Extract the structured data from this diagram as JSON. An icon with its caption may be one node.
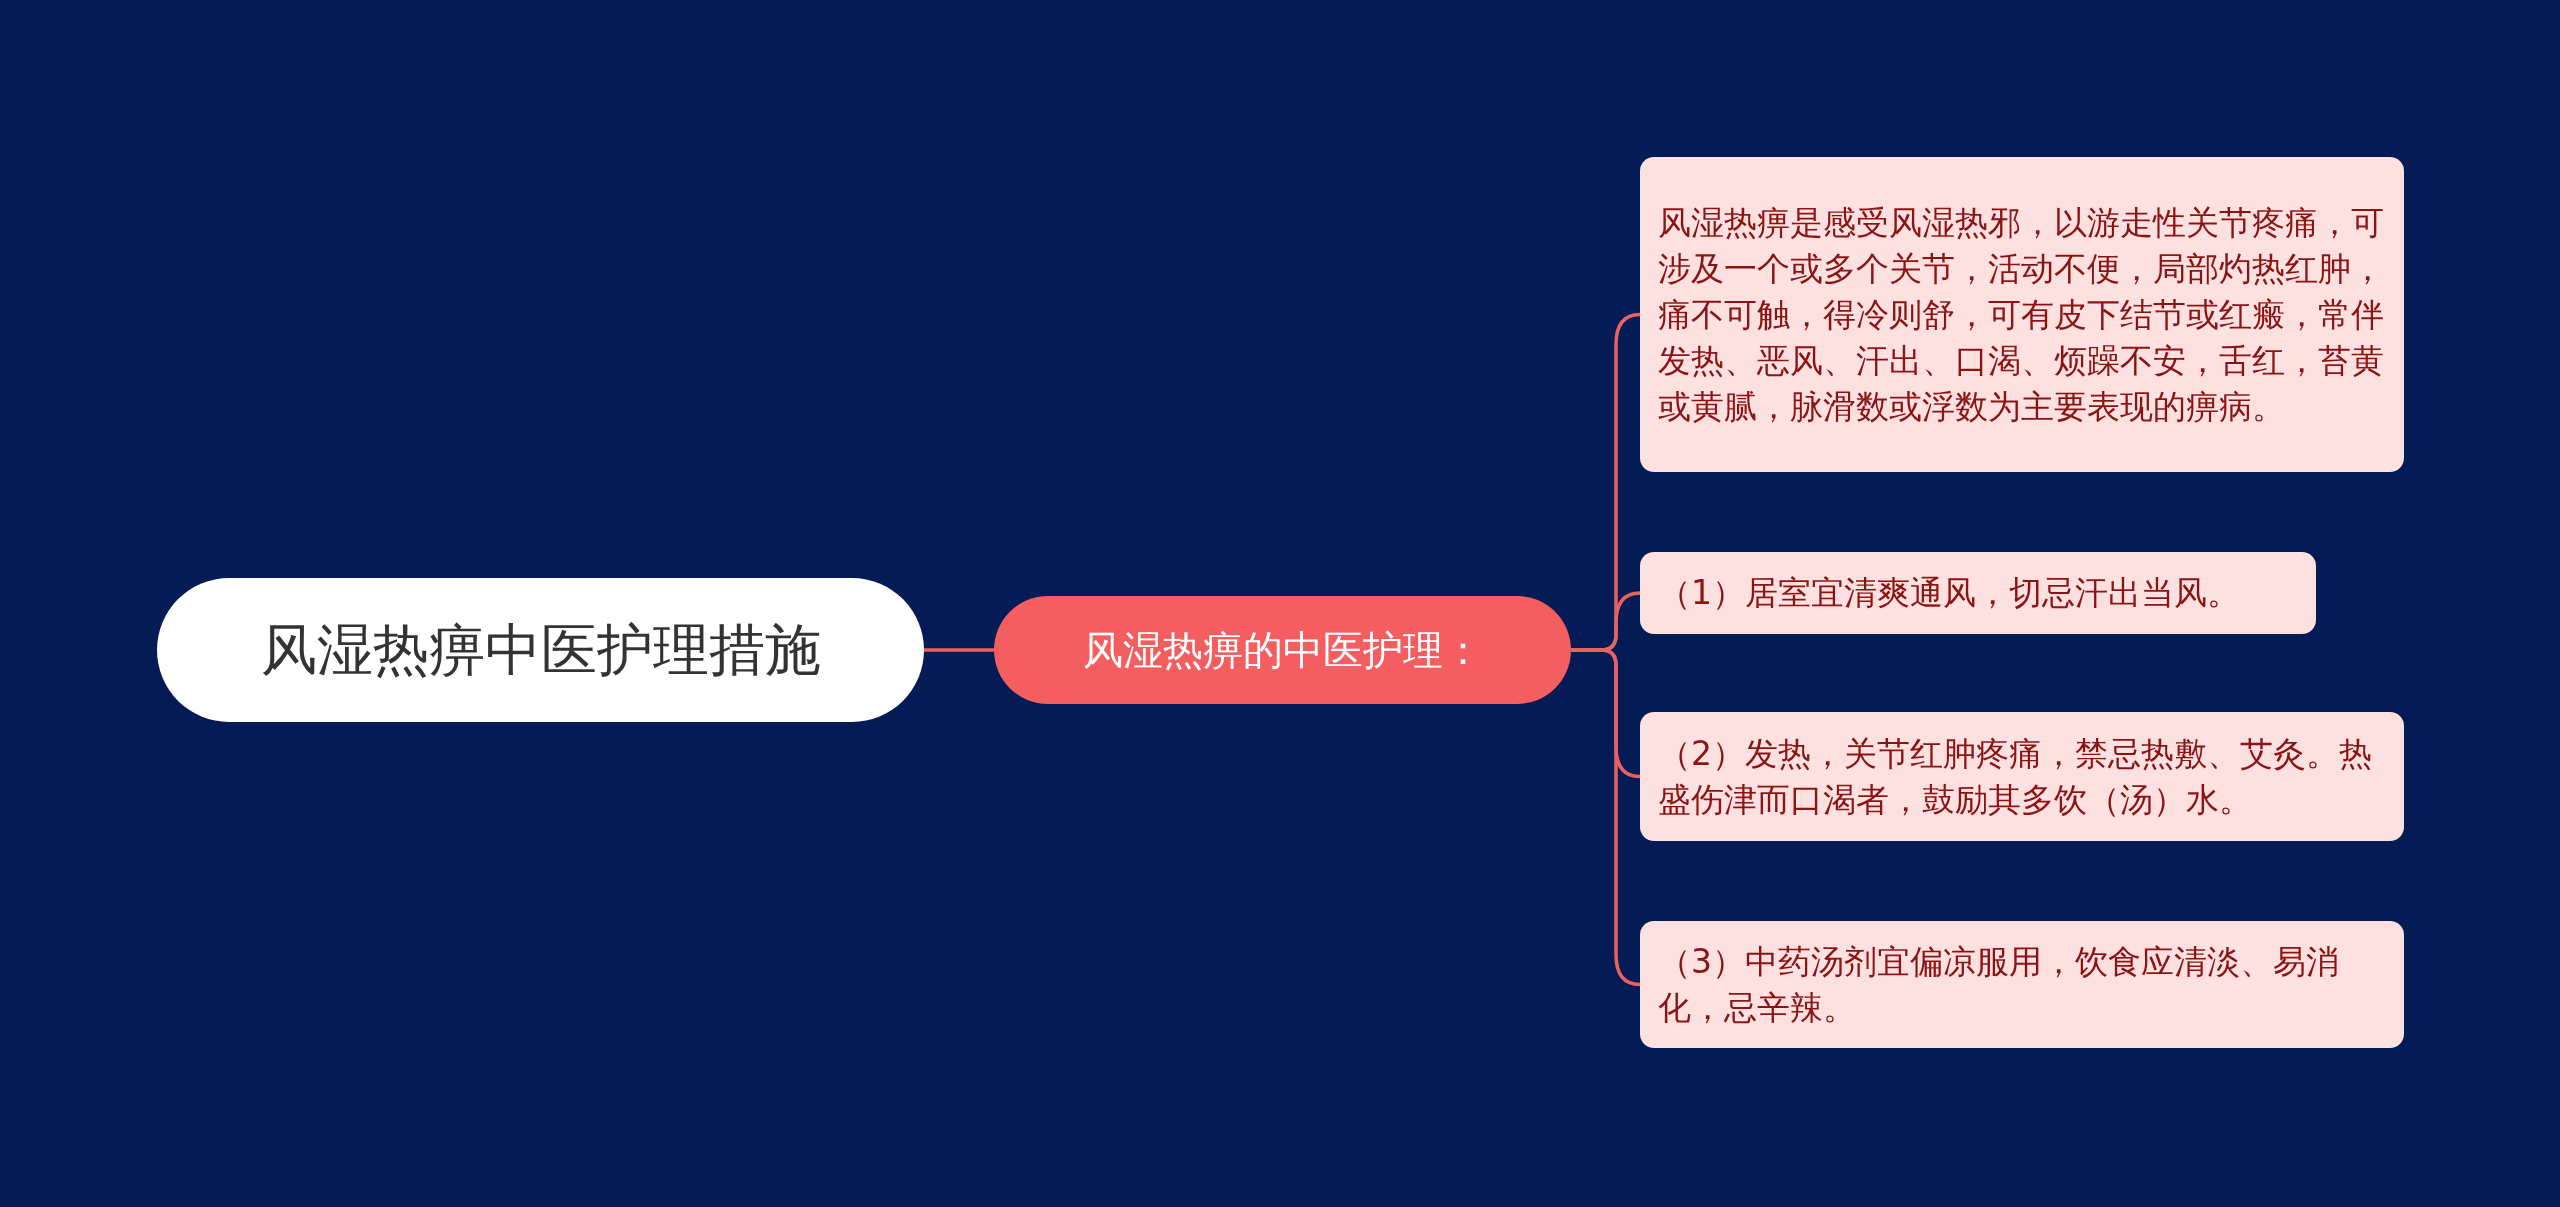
{
  "diagram": {
    "nodes": [
      {
        "text": [
          "风湿热痹中医护理措施"
        ]
      },
      {
        "text": [
          "风湿热痹的中医护理："
        ]
      },
      {
        "text": [
          "风湿热痹是感受风湿热邪，以游走性关节疼痛，可涉及一个或多个关节，活动不便，局部灼热红肿，痛不可触，得冷则舒，可有皮下结节或红瘢，常伴发热、恶风、汗出、口渴、烦躁不安，舌红，苔黄或黄腻，脉滑数或浮数为主要表现的痹病。"
        ]
      },
      {
        "text": [
          "（1）居室宜清爽通风，切忌汗出当风。"
        ]
      },
      {
        "text": [
          "（2）发热，关节红肿疼痛，禁忌热敷、艾灸。热盛伤津而口渴者，鼓励其多饮（汤）水。"
        ]
      },
      {
        "text": [
          "（3）中药汤剂宜偏凉服用，饮食应清淡、易消化，忌辛辣。"
        ]
      }
    ],
    "edges": [
      {
        "from": 0,
        "to": 1,
        "arrow": "none"
      },
      {
        "from": 1,
        "to": 2,
        "arrow": "none"
      },
      {
        "from": 1,
        "to": 3,
        "arrow": "none"
      },
      {
        "from": 1,
        "to": 4,
        "arrow": "none"
      },
      {
        "from": 1,
        "to": 5,
        "arrow": "none"
      }
    ]
  }
}
